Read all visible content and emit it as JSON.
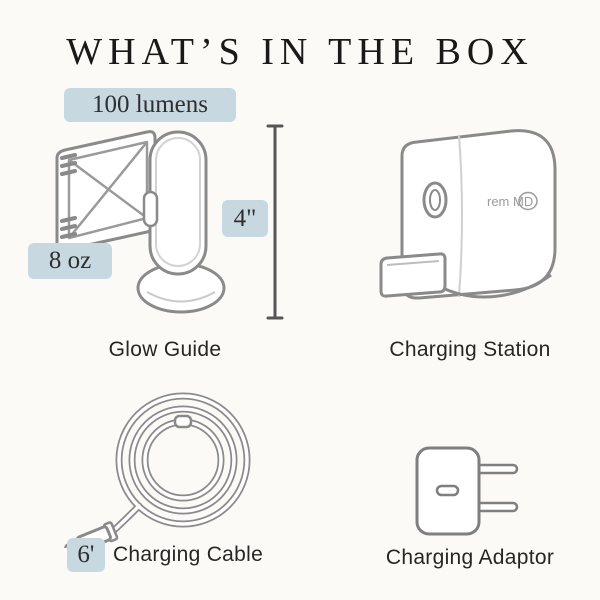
{
  "page": {
    "title": "WHAT’S IN THE BOX",
    "background_color": "#fbfaf6"
  },
  "colors": {
    "badge_background": "#c7d8e1",
    "badge_text": "#2e2e2e",
    "line_art": "#8a8a8a",
    "measurement_line": "#555555",
    "title_text": "#191919",
    "label_text": "#262626"
  },
  "items": [
    {
      "id": "glow-guide",
      "label": "Glow Guide",
      "badges": [
        {
          "id": "lumens",
          "text": "100 lumens"
        },
        {
          "id": "weight",
          "text": "8 oz"
        },
        {
          "id": "height",
          "text": "4\""
        }
      ]
    },
    {
      "id": "charging-station",
      "label": "Charging Station",
      "brand": "rem MD"
    },
    {
      "id": "charging-cable",
      "label": "Charging Cable",
      "badges": [
        {
          "id": "length",
          "text": "6'"
        }
      ]
    },
    {
      "id": "charging-adaptor",
      "label": "Charging Adaptor"
    }
  ]
}
